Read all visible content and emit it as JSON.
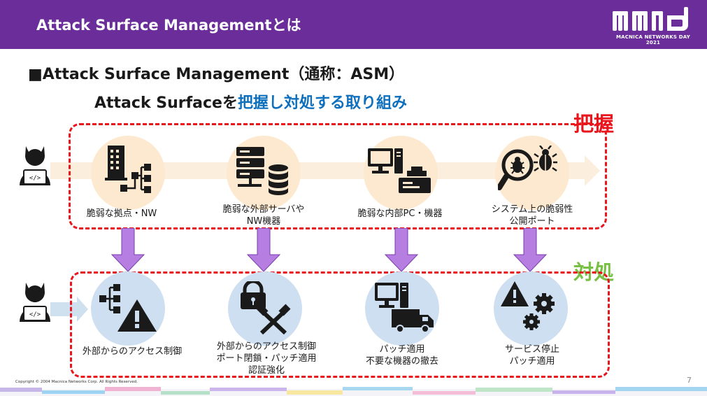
{
  "header": {
    "title": "Attack Surface Managementとは"
  },
  "logo": {
    "mark": "mnd",
    "subtitle": "MACNICA NETWORKS DAY 2021"
  },
  "main_heading": "■Attack Surface Management（通称：ASM）",
  "sub_heading": {
    "part1": "Attack Surfaceを",
    "part2": "把握し対処する取り組み"
  },
  "labels": {
    "grasp": "把握",
    "handle": "対処"
  },
  "colors": {
    "header": "#6a2d9a",
    "accent_red": "#e8151c",
    "accent_green": "#78c043",
    "accent_blue": "#0d6fbd",
    "arrow_purple": "#b67ee0"
  },
  "grasp_items": [
    {
      "line1": "脆弱な拠点・NW",
      "line2": "",
      "icon": "building-network-icon"
    },
    {
      "line1": "脆弱な外部サーバや",
      "line2": "NW機器",
      "icon": "server-database-icon"
    },
    {
      "line1": "脆弱な内部PC・機器",
      "line2": "",
      "icon": "pc-printer-icon"
    },
    {
      "line1": "システム上の脆弱性",
      "line2": "公開ポート",
      "icon": "magnifier-bug-icon"
    }
  ],
  "handle_items": [
    {
      "line1": "外部からのアクセス制御",
      "line2": "",
      "line3": "",
      "icon": "network-warning-icon"
    },
    {
      "line1": "外部からのアクセス制御",
      "line2": "ポート閉鎖・パッチ適用",
      "line3": "認証強化",
      "icon": "lock-tools-icon"
    },
    {
      "line1": "パッチ適用",
      "line2": "不要な機器の撤去",
      "line3": "",
      "icon": "pc-truck-icon"
    },
    {
      "line1": "サービス停止",
      "line2": "パッチ適用",
      "line3": "",
      "icon": "warning-gears-icon"
    }
  ],
  "footer": {
    "copyright": "Copyright © 2004 Macnica Networks Corp. All Rights Reserved.",
    "page": "7"
  }
}
